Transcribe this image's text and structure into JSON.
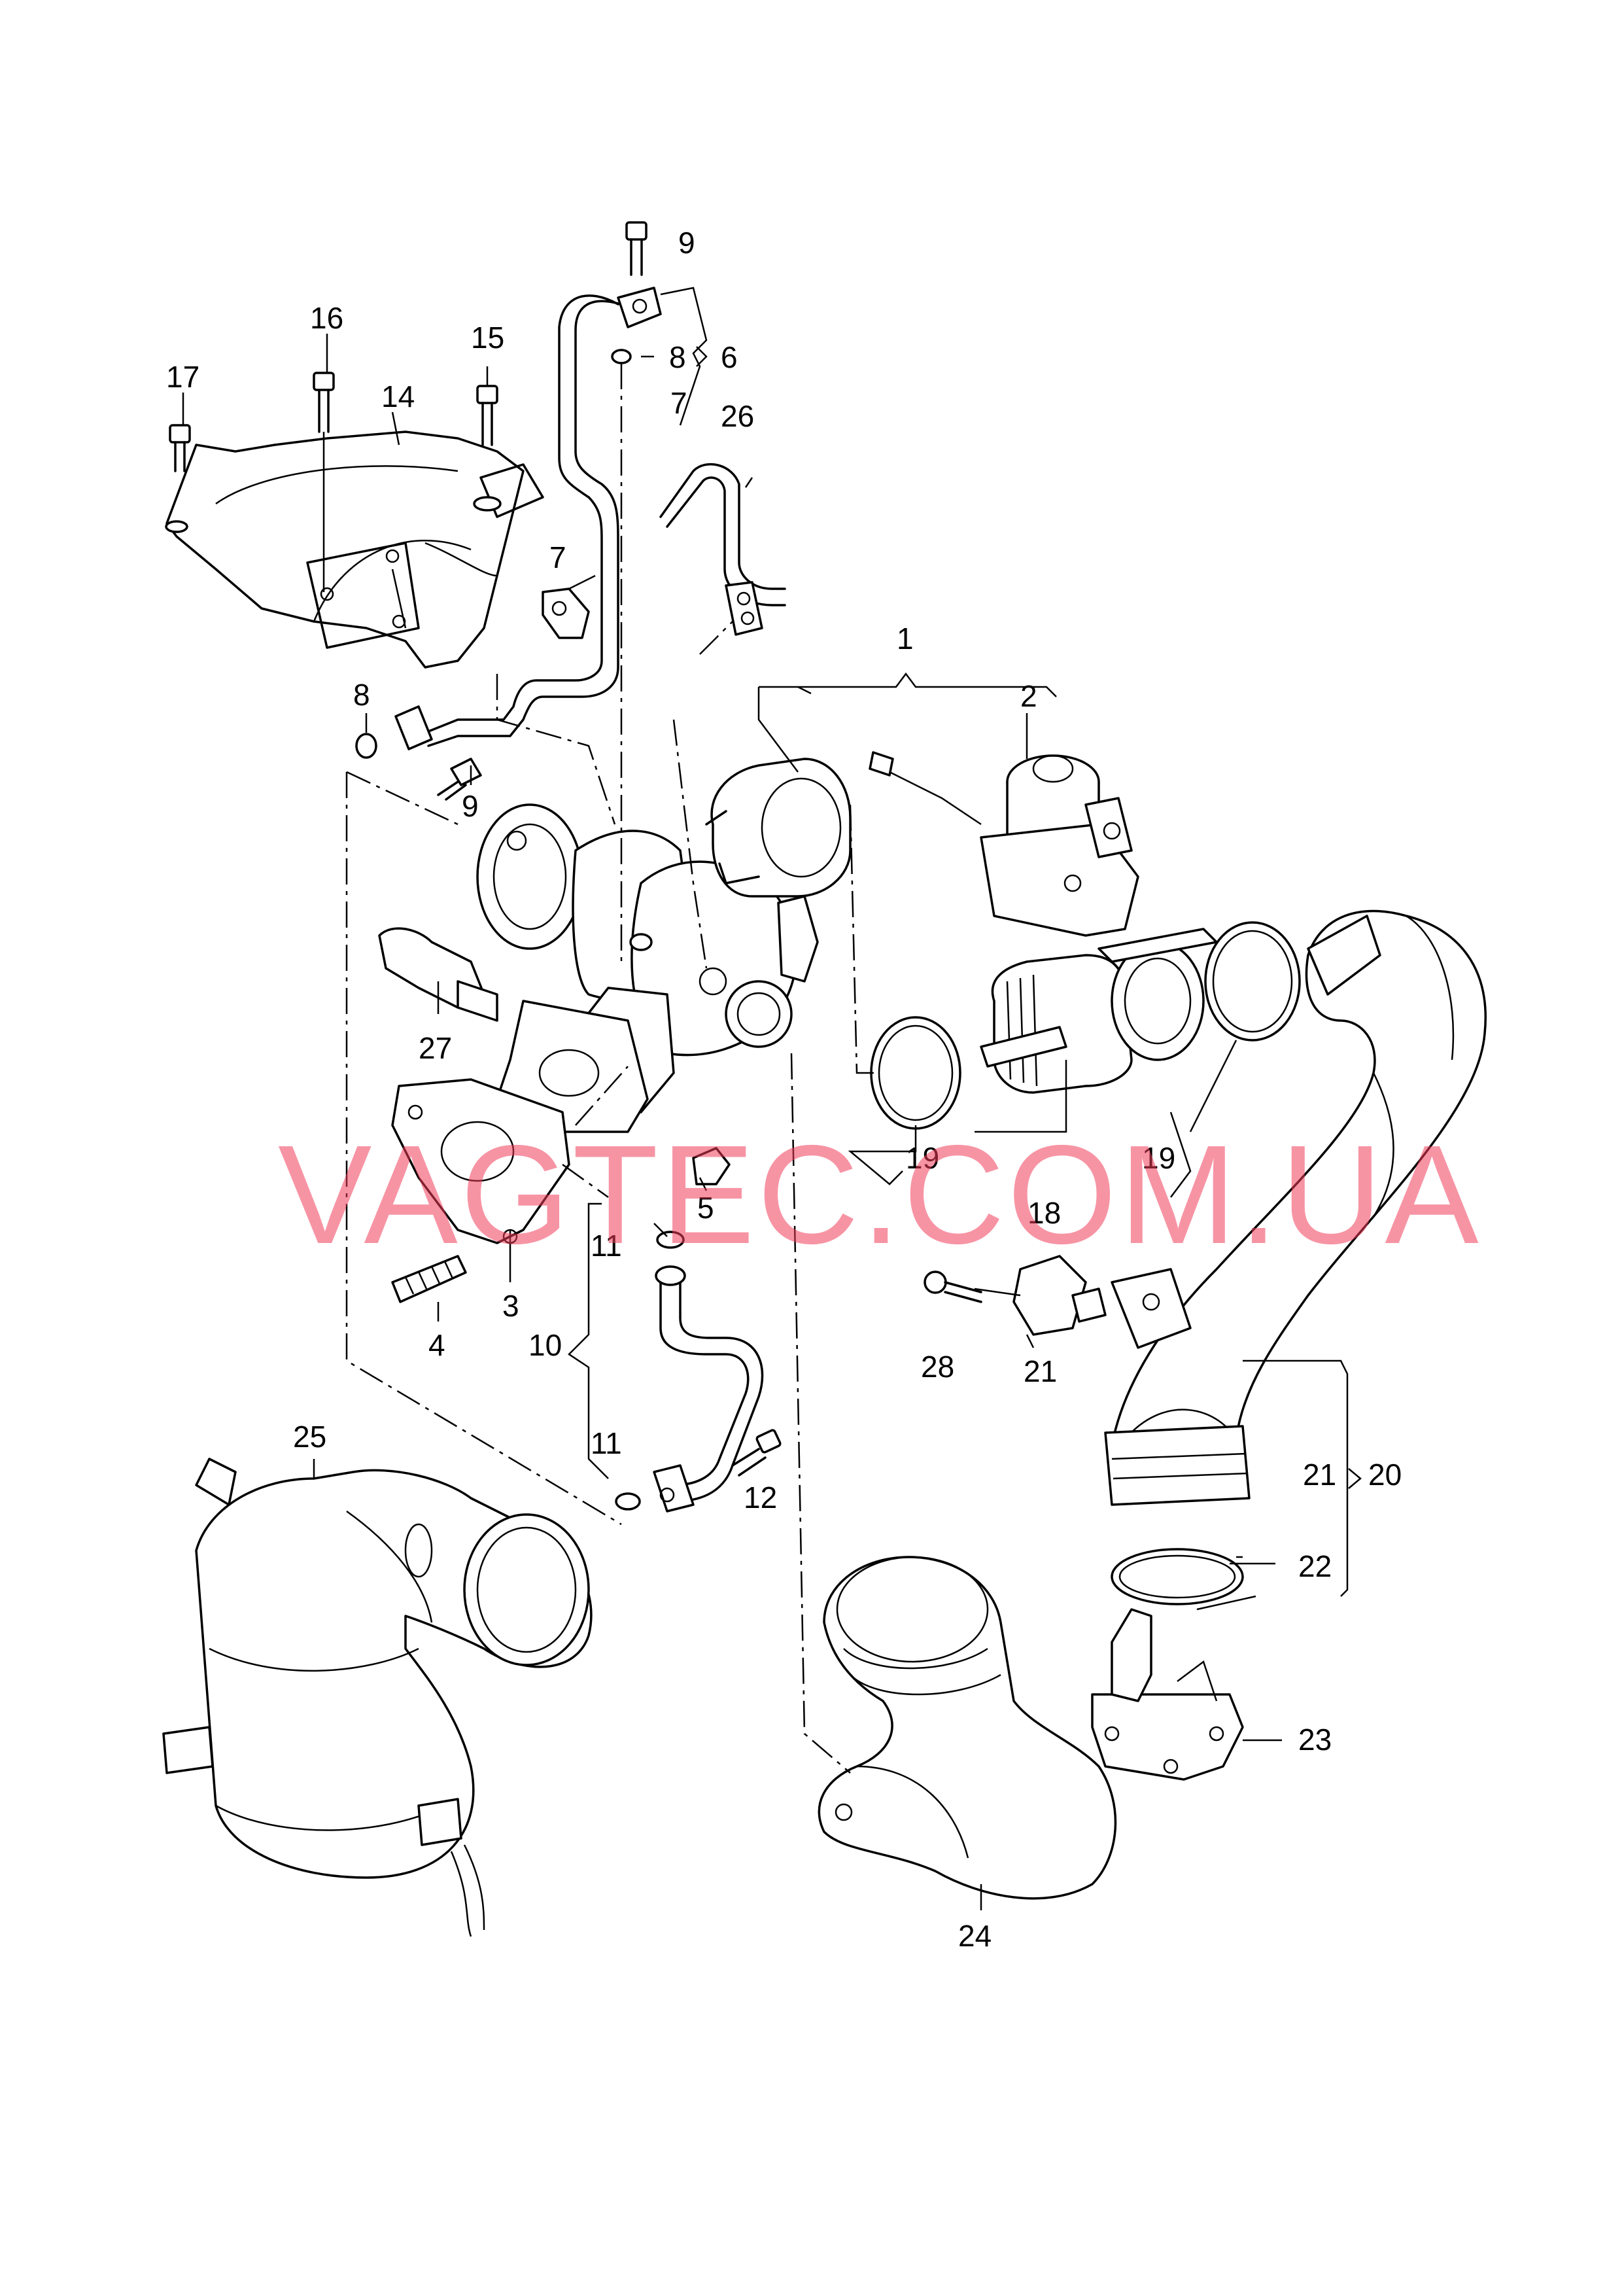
{
  "watermark": "VAGTEC.COM.UA",
  "callouts": {
    "c1": "1",
    "c2": "2",
    "c3": "3",
    "c4": "4",
    "c5": "5",
    "c6": "6",
    "c7a": "7",
    "c7b": "7",
    "c8a": "8",
    "c8b": "8",
    "c9a": "9",
    "c9b": "9",
    "c10": "10",
    "c11a": "11",
    "c11b": "11",
    "c12": "12",
    "c14": "14",
    "c15": "15",
    "c16": "16",
    "c17": "17",
    "c18": "18",
    "c19a": "19",
    "c19b": "19",
    "c20": "20",
    "c21a": "21",
    "c21b": "21",
    "c22": "22",
    "c23": "23",
    "c24": "24",
    "c25": "25",
    "c26": "26",
    "c27": "27",
    "c28": "28"
  }
}
